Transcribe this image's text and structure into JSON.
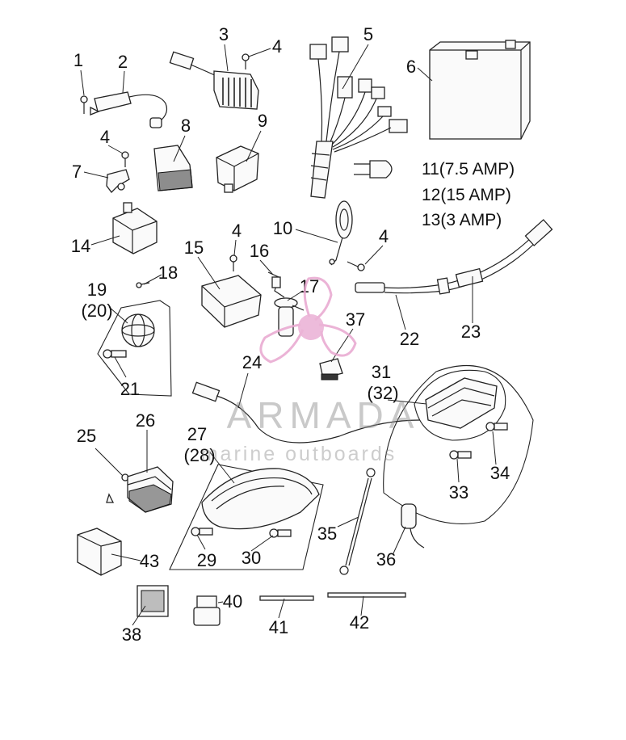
{
  "callouts": {
    "c1": "1",
    "c2": "2",
    "c3": "3",
    "c4a": "4",
    "c5": "5",
    "c6": "6",
    "c4b": "4",
    "c7": "7",
    "c8": "8",
    "c9": "9",
    "c11": "11(7.5 AMP)",
    "c12": "12(15  AMP)",
    "c13": "13(3    AMP)",
    "c10": "10",
    "c4c": "4",
    "c14": "14",
    "c15": "15",
    "c4d": "4",
    "c16": "16",
    "c18": "18",
    "c19": "19",
    "c20": "(20)",
    "c17": "17",
    "c37": "37",
    "c22": "22",
    "c23": "23",
    "c21": "21",
    "c24": "24",
    "c31": "31",
    "c32": "(32)",
    "c25": "25",
    "c26": "26",
    "c27": "27",
    "c28": "(28)",
    "c34": "34",
    "c33": "33",
    "c35": "35",
    "c29": "29",
    "c30": "30",
    "c36": "36",
    "c43": "43",
    "c40": "40",
    "c38": "38",
    "c41": "41",
    "c42": "42"
  },
  "watermark": {
    "brand": "ARMADA",
    "tagline": "marine outboards",
    "logo_color": "#e8a6cf"
  }
}
